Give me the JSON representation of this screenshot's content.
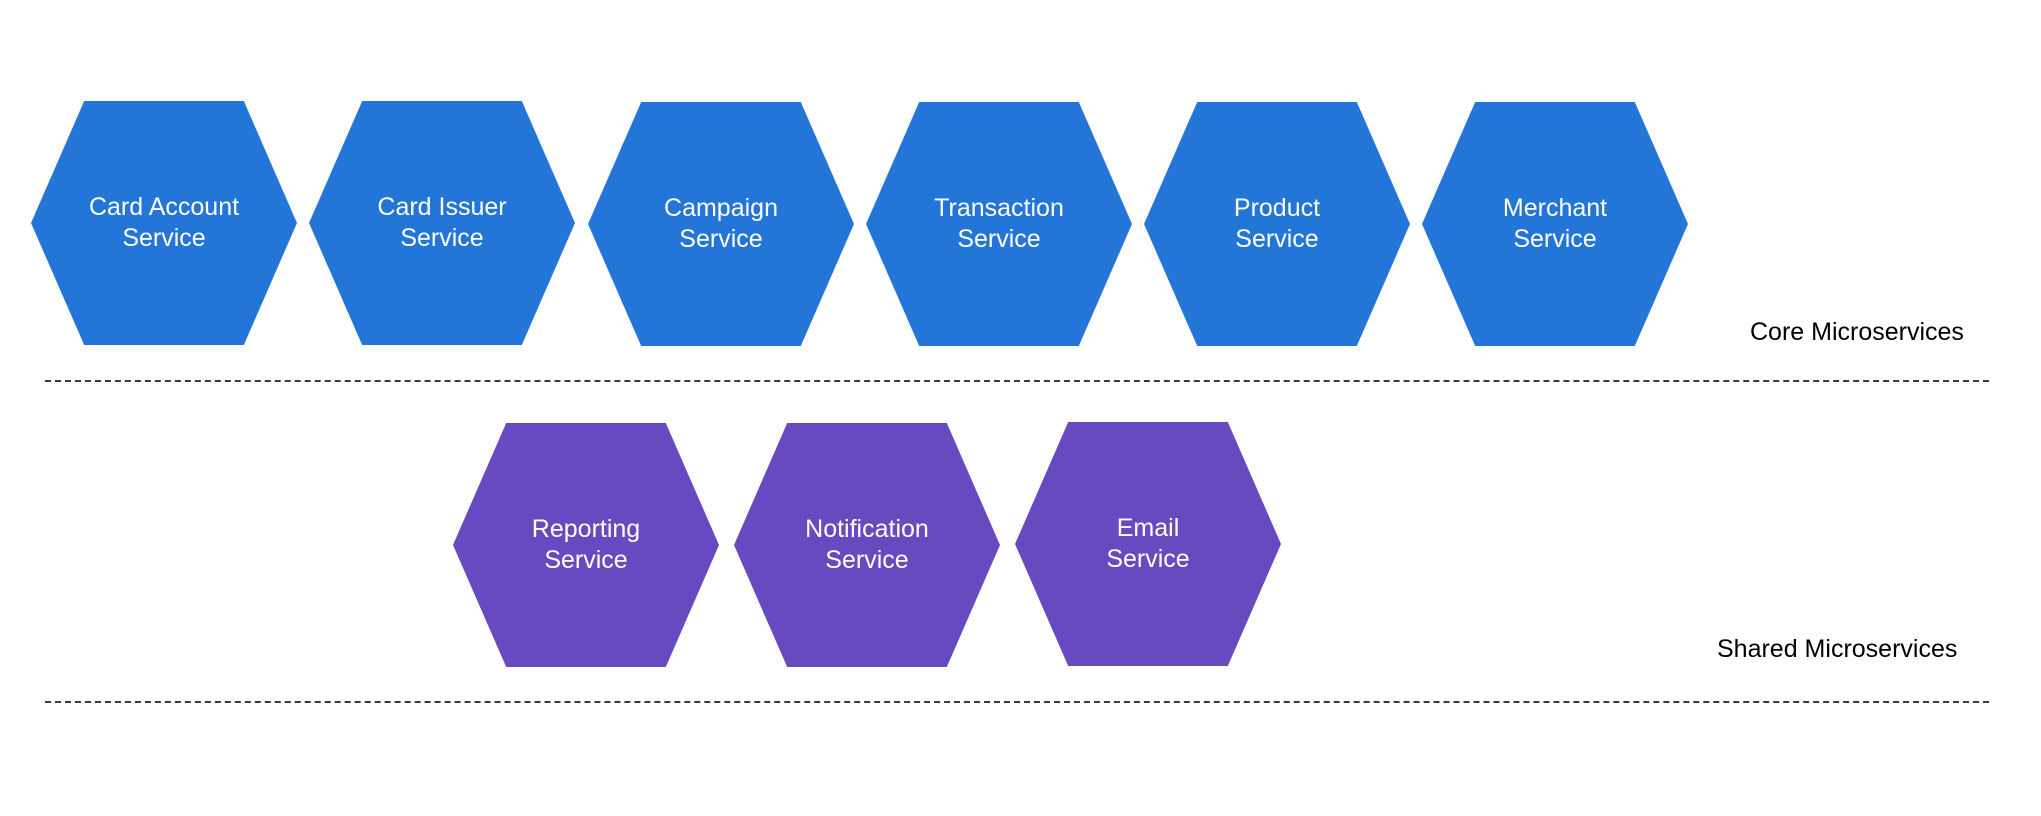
{
  "colors": {
    "core": "#2376d8",
    "shared": "#6749c0",
    "background": "#ffffff"
  },
  "core_group": {
    "label": "Core Microservices",
    "services": [
      {
        "line1": "Card Account",
        "line2": "Service"
      },
      {
        "line1": "Card Issuer",
        "line2": "Service"
      },
      {
        "line1": "Campaign",
        "line2": "Service"
      },
      {
        "line1": "Transaction",
        "line2": "Service"
      },
      {
        "line1": "Product",
        "line2": "Service"
      },
      {
        "line1": "Merchant",
        "line2": "Service"
      }
    ]
  },
  "shared_group": {
    "label": "Shared Microservices",
    "services": [
      {
        "line1": "Reporting",
        "line2": "Service"
      },
      {
        "line1": "Notification",
        "line2": "Service"
      },
      {
        "line1": "Email",
        "line2": "Service"
      }
    ]
  }
}
